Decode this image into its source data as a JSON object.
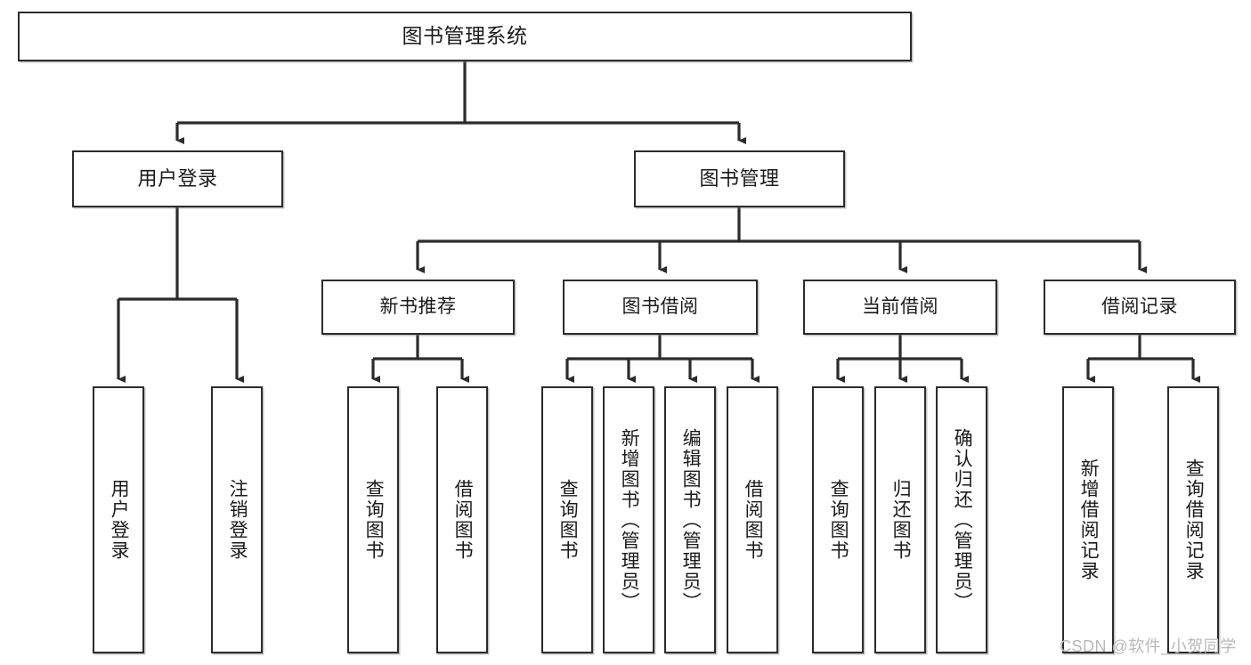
{
  "diagram": {
    "title": "图书管理系统",
    "type": "tree",
    "orientation": "top-down",
    "colors": {
      "background": "#ffffff",
      "node_border": "#2b2b2b",
      "node_fill": "#ffffff",
      "edge": "#2b2b2b",
      "text": "#1b1b1b",
      "watermark": "#b9b9b9"
    }
  },
  "nodes": {
    "root": {
      "label": "图书管理系统",
      "level": 0
    },
    "level1": [
      {
        "id": "user-login",
        "label": "用户登录"
      },
      {
        "id": "book-manage",
        "label": "图书管理"
      }
    ],
    "level2": [
      {
        "id": "new-book-recommend",
        "label": "新书推荐"
      },
      {
        "id": "book-borrow",
        "label": "图书借阅"
      },
      {
        "id": "current-borrow",
        "label": "当前借阅"
      },
      {
        "id": "borrow-record",
        "label": "借阅记录"
      }
    ],
    "leaves": {
      "user-login": [
        {
          "id": "leaf-user-login",
          "label": "用户登录"
        },
        {
          "id": "leaf-user-logout",
          "label": "注销登录"
        }
      ],
      "new-book-recommend": [
        {
          "id": "leaf-query-book-1",
          "label": "查询图书"
        },
        {
          "id": "leaf-borrow-book-1",
          "label": "借阅图书"
        }
      ],
      "book-borrow": [
        {
          "id": "leaf-query-book-2",
          "label": "查询图书"
        },
        {
          "id": "leaf-add-book",
          "label": "新增图书（管理员）"
        },
        {
          "id": "leaf-edit-book",
          "label": "编辑图书（管理员）"
        },
        {
          "id": "leaf-borrow-book-2",
          "label": "借阅图书"
        }
      ],
      "current-borrow": [
        {
          "id": "leaf-query-book-3",
          "label": "查询图书"
        },
        {
          "id": "leaf-return-book",
          "label": "归还图书"
        },
        {
          "id": "leaf-confirm-return",
          "label": "确认归还（管理员）"
        }
      ],
      "borrow-record": [
        {
          "id": "leaf-add-record",
          "label": "新增借阅记录"
        },
        {
          "id": "leaf-query-record",
          "label": "查询借阅记录"
        }
      ]
    }
  },
  "watermark": {
    "text": "CSDN @软件_小贺同学"
  }
}
